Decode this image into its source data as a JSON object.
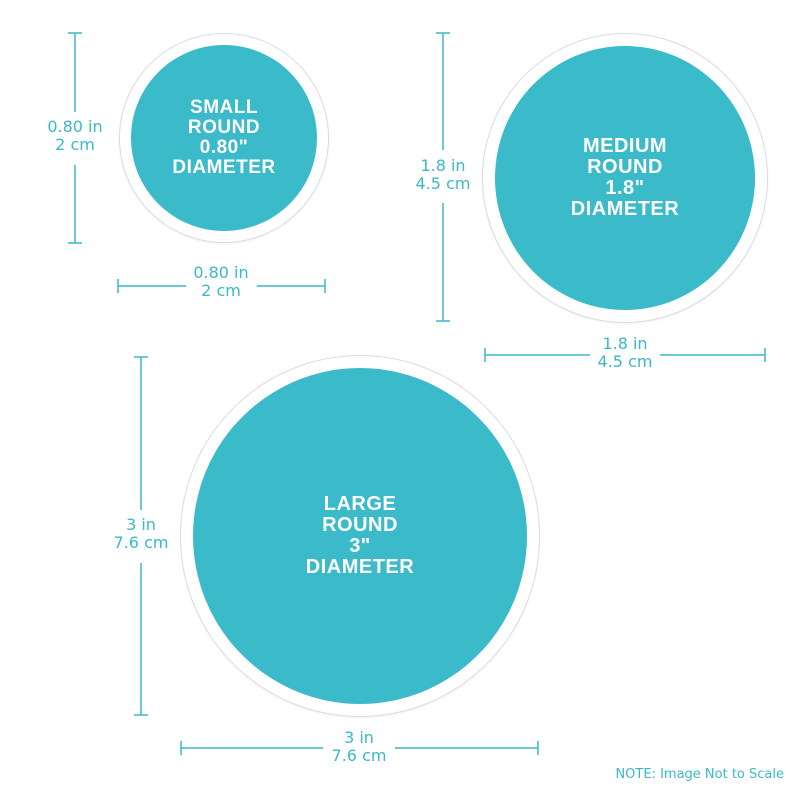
{
  "colors": {
    "sticker_fill": "#3bbbca",
    "dimension": "#3bb9c9",
    "sticker_border": "#d9dde0"
  },
  "small": {
    "lines": [
      "SMALL",
      "ROUND",
      "0.80\"",
      "DIAMETER"
    ],
    "height_in": "0.80 in",
    "height_cm": "2 cm",
    "width_in": "0.80 in",
    "width_cm": "2 cm"
  },
  "medium": {
    "lines": [
      "MEDIUM",
      "ROUND",
      "1.8\"",
      "DIAMETER"
    ],
    "height_in": "1.8 in",
    "height_cm": "4.5 cm",
    "width_in": "1.8 in",
    "width_cm": "4.5 cm"
  },
  "large": {
    "lines": [
      "LARGE",
      "ROUND",
      "3\"",
      "DIAMETER"
    ],
    "height_in": "3 in",
    "height_cm": "7.6 cm",
    "width_in": "3 in",
    "width_cm": "7.6 cm"
  },
  "note": "NOTE: Image Not to Scale"
}
